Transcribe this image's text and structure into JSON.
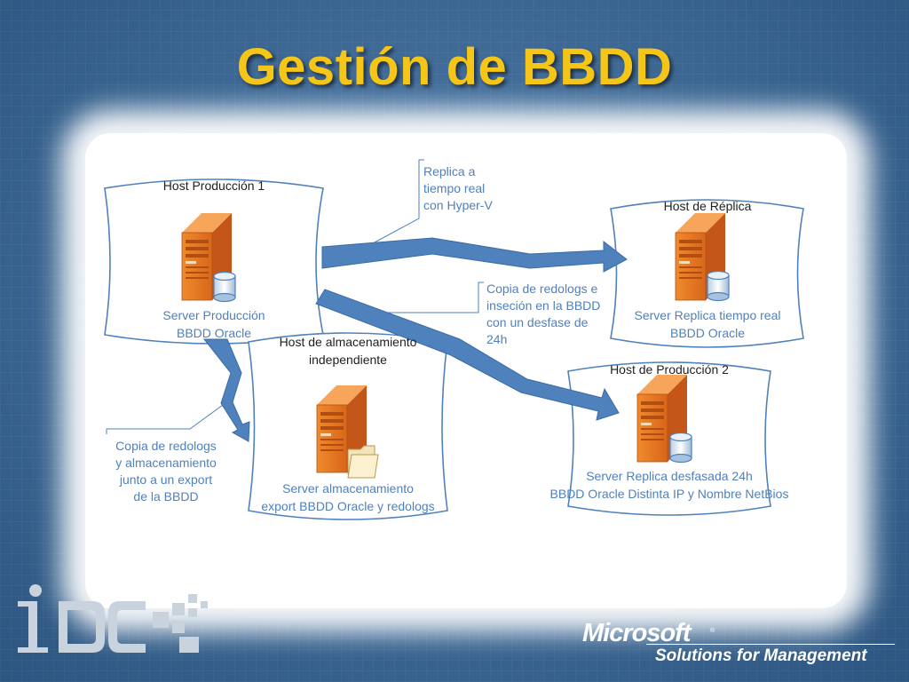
{
  "title": "Gestión de BBDD",
  "nodes": {
    "prod1": {
      "host": "Host Producción 1",
      "server_line1": "Server Producción",
      "server_line2": "BBDD Oracle"
    },
    "replica": {
      "host": "Host de Réplica",
      "server_line1": "Server Replica tiempo real",
      "server_line2": "BBDD Oracle"
    },
    "storage": {
      "host_line1": "Host de almacenamiento",
      "host_line2": "independiente",
      "server_line1": "Server almacenamiento",
      "server_line2": "export BBDD Oracle y redologs"
    },
    "prod2": {
      "host": "Host de Producción 2",
      "server_line1": "Server Replica desfasada 24h",
      "server_line2": "BBDD Oracle Distinta IP y Nombre NetBios"
    }
  },
  "callouts": {
    "hyperv": [
      "Replica a",
      "tiempo real",
      "con Hyper-V"
    ],
    "redologs": [
      "Copia de redologs e",
      "inseción en la BBDD",
      "con un desfase de",
      "24h"
    ],
    "export": [
      "Copia de redologs",
      "y almacenamiento",
      "junto a un export",
      "de la BBDD"
    ]
  },
  "footer": {
    "idc_logo": "IDC",
    "ms_brand": "Microsoft",
    "ms_reg": "®",
    "ms_sub": "Solutions for Management"
  },
  "colors": {
    "title": "#f5c518",
    "arrow": "#4f81bd",
    "server": "#e87722",
    "callout_text": "#4f81bd",
    "host_border": "#4f81bd"
  },
  "icons": [
    "server-icon",
    "database-icon",
    "folder-icon"
  ]
}
